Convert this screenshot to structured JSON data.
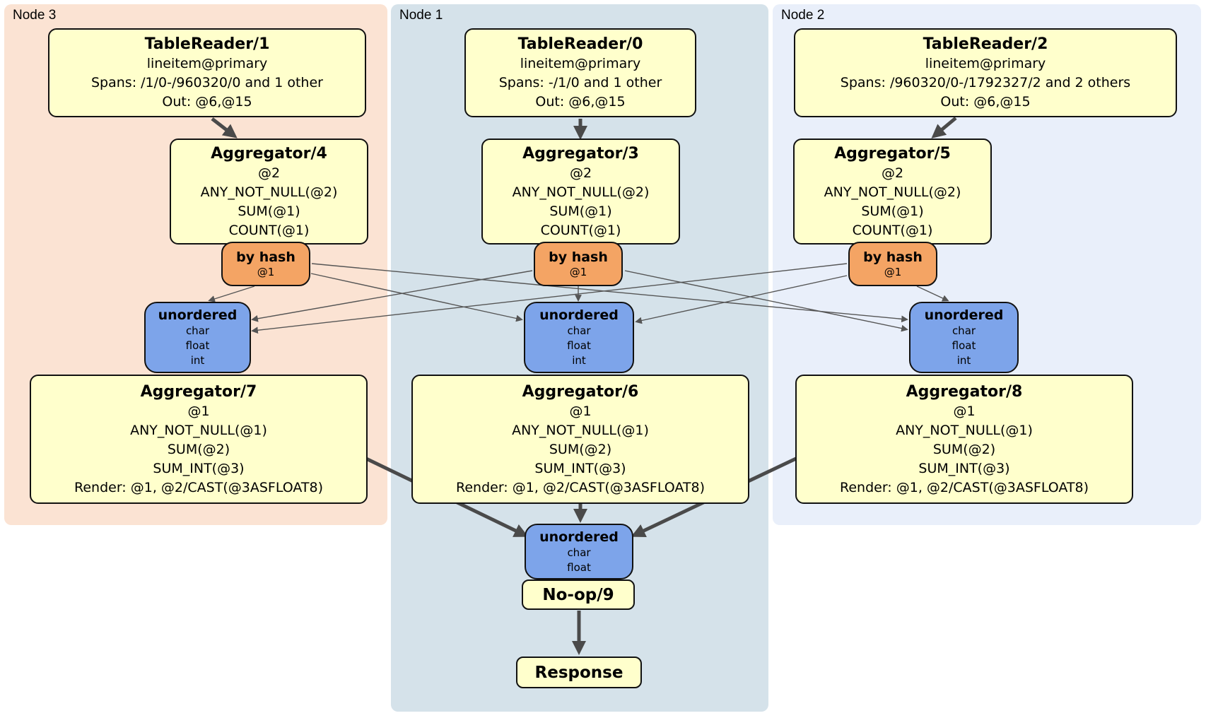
{
  "diagram": {
    "type": "distsql-plan",
    "groups": {
      "node3": {
        "label": "Node 3",
        "color": "#fbe3d3"
      },
      "node1": {
        "label": "Node 1",
        "color": "#d5e2ea"
      },
      "node2": {
        "label": "Node 2",
        "color": "#e9effa"
      }
    },
    "processors": {
      "tr1": {
        "title": "TableReader/1",
        "lines": [
          "lineitem@primary",
          "Spans: /1/0-/960320/0 and 1 other",
          "Out: @6,@15"
        ]
      },
      "tr0": {
        "title": "TableReader/0",
        "lines": [
          "lineitem@primary",
          "Spans: -/1/0 and 1 other",
          "Out: @6,@15"
        ]
      },
      "tr2": {
        "title": "TableReader/2",
        "lines": [
          "lineitem@primary",
          "Spans: /960320/0-/1792327/2 and 2 others",
          "Out: @6,@15"
        ]
      },
      "agg4": {
        "title": "Aggregator/4",
        "lines": [
          "@2",
          "ANY_NOT_NULL(@2)",
          "SUM(@1)",
          "COUNT(@1)"
        ]
      },
      "agg3": {
        "title": "Aggregator/3",
        "lines": [
          "@2",
          "ANY_NOT_NULL(@2)",
          "SUM(@1)",
          "COUNT(@1)"
        ]
      },
      "agg5": {
        "title": "Aggregator/5",
        "lines": [
          "@2",
          "ANY_NOT_NULL(@2)",
          "SUM(@1)",
          "COUNT(@1)"
        ]
      },
      "agg7": {
        "title": "Aggregator/7",
        "lines": [
          "@1",
          "ANY_NOT_NULL(@1)",
          "SUM(@2)",
          "SUM_INT(@3)",
          "Render: @1, @2/CAST(@3ASFLOAT8)"
        ]
      },
      "agg6": {
        "title": "Aggregator/6",
        "lines": [
          "@1",
          "ANY_NOT_NULL(@1)",
          "SUM(@2)",
          "SUM_INT(@3)",
          "Render: @1, @2/CAST(@3ASFLOAT8)"
        ]
      },
      "agg8": {
        "title": "Aggregator/8",
        "lines": [
          "@1",
          "ANY_NOT_NULL(@1)",
          "SUM(@2)",
          "SUM_INT(@3)",
          "Render: @1, @2/CAST(@3ASFLOAT8)"
        ]
      },
      "noop": {
        "title": "No-op/9"
      },
      "response": {
        "title": "Response"
      }
    },
    "routers": {
      "bh4": {
        "title": "by hash",
        "key": "@1"
      },
      "bh3": {
        "title": "by hash",
        "key": "@1"
      },
      "bh5": {
        "title": "by hash",
        "key": "@1"
      }
    },
    "synchronizers": {
      "left": {
        "title": "unordered",
        "types": [
          "char",
          "float",
          "int"
        ]
      },
      "center": {
        "title": "unordered",
        "types": [
          "char",
          "float",
          "int"
        ]
      },
      "right": {
        "title": "unordered",
        "types": [
          "char",
          "float",
          "int"
        ]
      },
      "final": {
        "title": "unordered",
        "types": [
          "char",
          "float"
        ]
      }
    },
    "colors": {
      "processor_fill": "#ffffcc",
      "router_fill": "#f4a464",
      "synchronizer_fill": "#7da4ea",
      "node3_bg": "#fbe3d3",
      "node1_bg": "#d5e2ea",
      "node2_bg": "#e9effa",
      "edge_thick": "#4a4a4a",
      "edge_thin": "#555555"
    }
  }
}
